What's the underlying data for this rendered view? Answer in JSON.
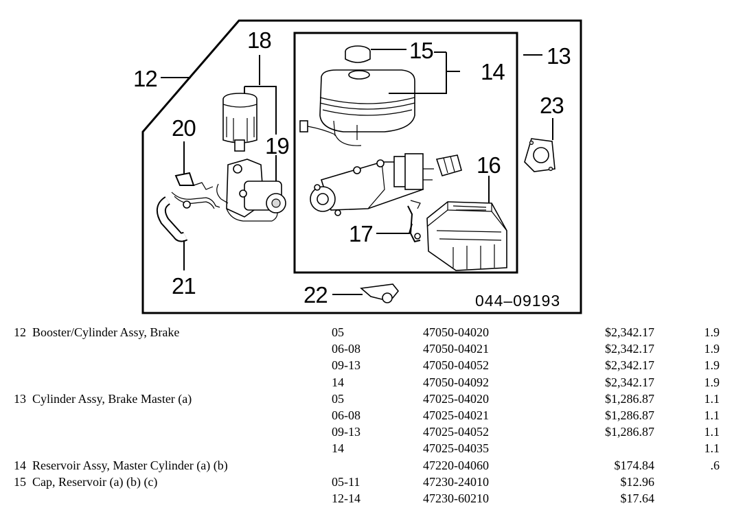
{
  "diagram": {
    "figure_number": "044–09193",
    "callouts": [
      "12",
      "13",
      "14",
      "15",
      "16",
      "17",
      "18",
      "19",
      "20",
      "21",
      "22",
      "23"
    ]
  },
  "parts": [
    {
      "no": "12",
      "desc": "Booster/Cylinder Assy, Brake",
      "year": "05",
      "part_no": "47050-04020",
      "price": "$2,342.17",
      "qty": "1.9"
    },
    {
      "no": "",
      "desc": "",
      "year": "06-08",
      "part_no": "47050-04021",
      "price": "$2,342.17",
      "qty": "1.9"
    },
    {
      "no": "",
      "desc": "",
      "year": "09-13",
      "part_no": "47050-04052",
      "price": "$2,342.17",
      "qty": "1.9"
    },
    {
      "no": "",
      "desc": "",
      "year": "14",
      "part_no": "47050-04092",
      "price": "$2,342.17",
      "qty": "1.9"
    },
    {
      "no": "13",
      "desc": "Cylinder Assy, Brake Master (a)",
      "year": "05",
      "part_no": "47025-04020",
      "price": "$1,286.87",
      "qty": "1.1"
    },
    {
      "no": "",
      "desc": "",
      "year": "06-08",
      "part_no": "47025-04021",
      "price": "$1,286.87",
      "qty": "1.1"
    },
    {
      "no": "",
      "desc": "",
      "year": "09-13",
      "part_no": "47025-04052",
      "price": "$1,286.87",
      "qty": "1.1"
    },
    {
      "no": "",
      "desc": "",
      "year": "14",
      "part_no": "47025-04035",
      "price": "",
      "qty": "1.1"
    },
    {
      "no": "14",
      "desc": "Reservoir Assy, Master Cylinder (a) (b)",
      "year": "",
      "part_no": "47220-04060",
      "price": "$174.84",
      "qty": ".6"
    },
    {
      "no": "15",
      "desc": "Cap, Reservoir (a) (b) (c)",
      "year": "05-11",
      "part_no": "47230-24010",
      "price": "$12.96",
      "qty": ""
    },
    {
      "no": "",
      "desc": "",
      "year": "12-14",
      "part_no": "47230-60210",
      "price": "$17.64",
      "qty": ""
    }
  ]
}
